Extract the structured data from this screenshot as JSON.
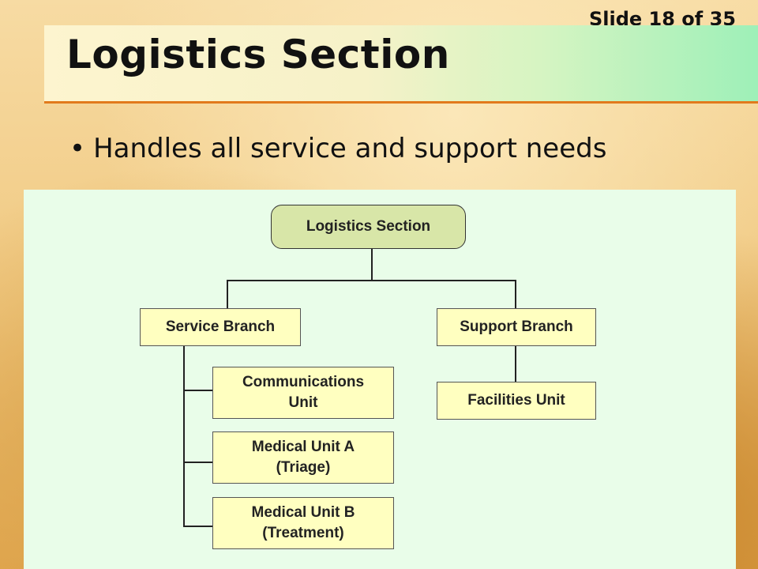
{
  "slide": {
    "counter": "Slide 18 of 35"
  },
  "title": "Logistics Section",
  "bullet": "Handles all service and support needs",
  "org_chart": {
    "root": "Logistics Section",
    "branches": [
      {
        "label": "Service Branch",
        "units": [
          {
            "line1": "Communications",
            "line2": "Unit"
          },
          {
            "line1": "Medical Unit A",
            "line2": "(Triage)"
          },
          {
            "line1": "Medical Unit B",
            "line2": "(Treatment)"
          }
        ]
      },
      {
        "label": "Support Branch",
        "units": [
          {
            "line1": "Facilities Unit"
          }
        ]
      }
    ]
  }
}
